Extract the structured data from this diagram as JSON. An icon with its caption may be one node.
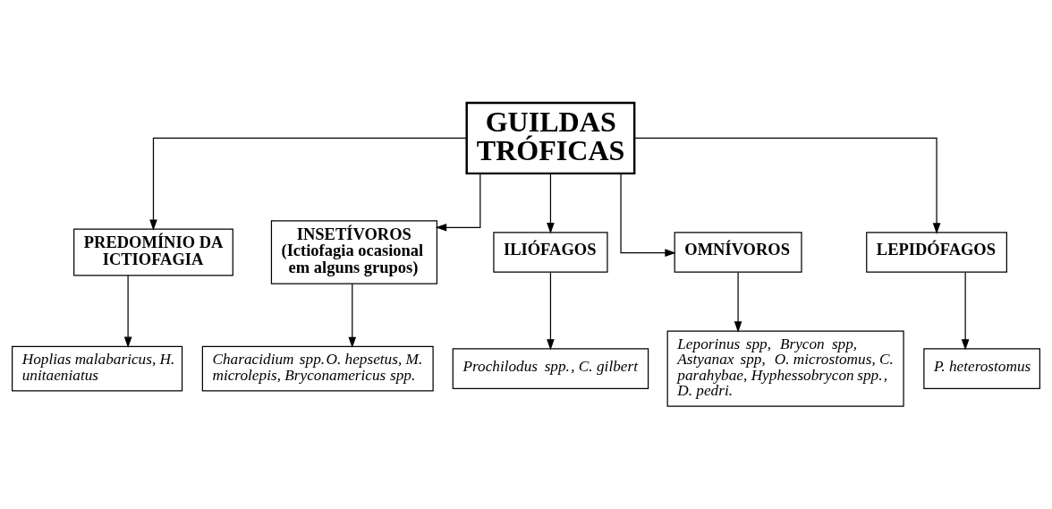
{
  "diagram": {
    "nodes": [
      {
        "text": [
          "GUILDAS TRÓFICAS"
        ]
      },
      {
        "text": [
          "PREDOMÍNIO DA ICTIOFAGIA"
        ]
      },
      {
        "text": [
          "INSETÍVOROS (Ictiofagia ocasional em alguns grupos)"
        ]
      },
      {
        "text": [
          "ILIÓFAGOS"
        ]
      },
      {
        "text": [
          "OMNÍVOROS"
        ]
      },
      {
        "text": [
          "LEPIDÓFAGOS"
        ]
      },
      {
        "text": [
          "Hoplias malabaricus, H. unitaeniatus"
        ]
      },
      {
        "text": [
          "*Characidium* spp.*O. hepsetus, M. microlepis, Bryconamericus* spp."
        ]
      },
      {
        "text": [
          "*Prochilodus* spp.*, C. gilbert*"
        ]
      },
      {
        "text": [
          "*Leporinus* spp, *Brycon* spp, *Astyanax* spp, *O. microstomus, C. parahybae, Hyphessobrycon* spp.*, D. pedri.*"
        ]
      },
      {
        "text": [
          "P. heterostomus"
        ]
      }
    ],
    "edges": [
      {
        "from": 0,
        "to": 1,
        "arrow": "to"
      },
      {
        "from": 0,
        "to": 2,
        "arrow": "to"
      },
      {
        "from": 0,
        "to": 3,
        "arrow": "to"
      },
      {
        "from": 0,
        "to": 4,
        "arrow": "to"
      },
      {
        "from": 0,
        "to": 5,
        "arrow": "to"
      },
      {
        "from": 1,
        "to": 6,
        "arrow": "to"
      },
      {
        "from": 2,
        "to": 7,
        "arrow": "to"
      },
      {
        "from": 3,
        "to": 8,
        "arrow": "to"
      },
      {
        "from": 4,
        "to": 9,
        "arrow": "to"
      },
      {
        "from": 5,
        "to": 10,
        "arrow": "to"
      }
    ]
  }
}
